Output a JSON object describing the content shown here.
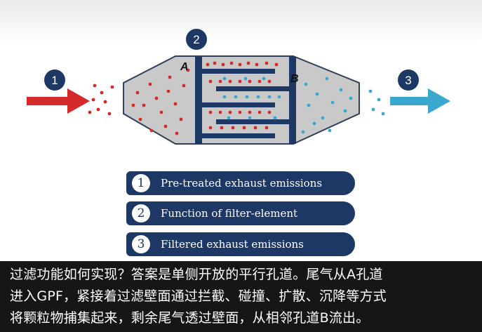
{
  "diagram": {
    "step_badges": [
      "1",
      "2",
      "3"
    ],
    "label_a": "A",
    "label_b": "B",
    "colors": {
      "badge": "#1d3864",
      "inlet_arrow": "#d42a2a",
      "outlet_arrow": "#3aa7cf",
      "red_particles": "#d42a2a",
      "blue_particles": "#3fa6cf",
      "body": "#c9c9c9",
      "channel_walls": "#1d3864"
    }
  },
  "legend": [
    {
      "num": "1",
      "text": "Pre-treated exhaust emissions"
    },
    {
      "num": "2",
      "text": "Function of filter-element"
    },
    {
      "num": "3",
      "text": "Filtered exhaust emissions"
    }
  ],
  "caption": {
    "line1": "过滤功能如何实现？答案是单侧开放的平行孔道。尾气从A孔道",
    "line2": "进入GPF，紧接着过滤壁面通过拦截、碰撞、扩散、沉降等方式",
    "line3": "将颗粒物捕集起来，剩余尾气透过壁面，从相邻孔道B流出。"
  }
}
